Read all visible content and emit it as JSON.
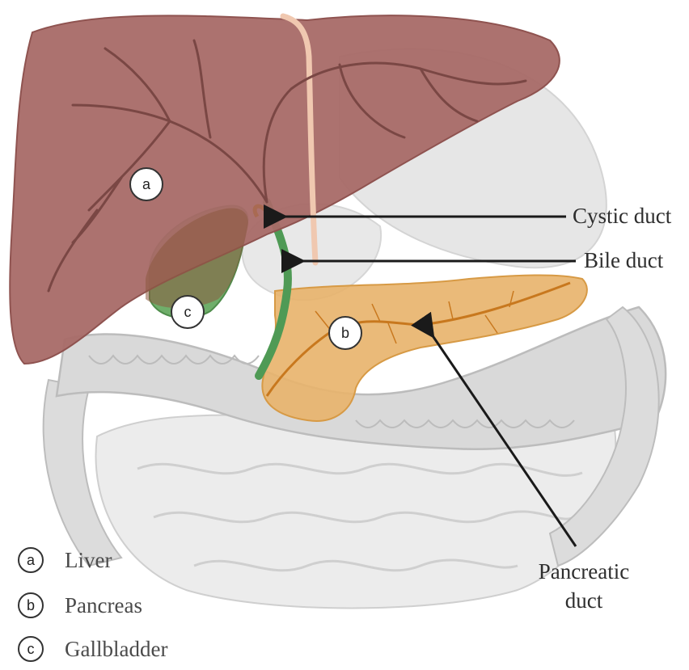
{
  "organs": {
    "liver": {
      "letter": "a",
      "color": "#a86a67"
    },
    "pancreas": {
      "letter": "b",
      "color": "#e8b36a"
    },
    "gallbladder": {
      "letter": "c",
      "color": "#6fae6a"
    }
  },
  "callouts": {
    "cystic_duct": "Cystic duct",
    "bile_duct": "Bile duct",
    "pancreatic_duct_line1": "Pancreatic",
    "pancreatic_duct_line2": "duct"
  },
  "legend": [
    {
      "letter": "a",
      "label": "Liver"
    },
    {
      "letter": "b",
      "label": "Pancreas"
    },
    {
      "letter": "c",
      "label": "Gallbladder"
    }
  ],
  "colors": {
    "intestine": "#d9d9d9",
    "intestine_outline": "#c2c2c2",
    "stomach": "#e4e4e4",
    "bile_duct": "#4f9a55",
    "vessel": "#f0c8b0",
    "pancreatic_duct": "#c8781e",
    "arrow": "#1a1a1a"
  }
}
